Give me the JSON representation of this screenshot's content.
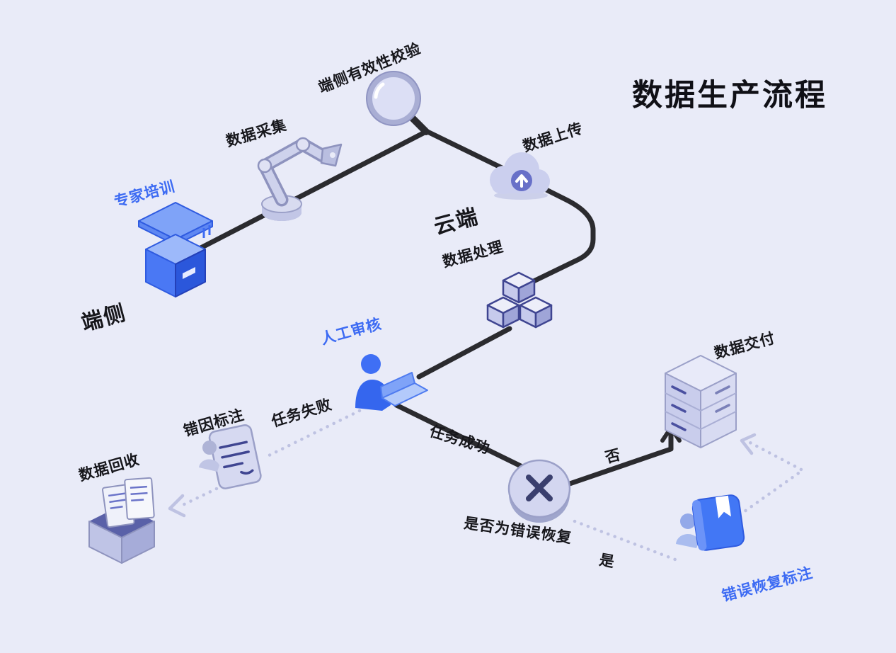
{
  "title": "数据生产流程",
  "zones": {
    "device": {
      "label": "端侧"
    },
    "cloud": {
      "label": "云端"
    }
  },
  "nodes": {
    "expert_training": {
      "label": "专家培训"
    },
    "data_collection": {
      "label": "数据采集"
    },
    "device_validation": {
      "label": "端侧有效性校验"
    },
    "data_upload": {
      "label": "数据上传"
    },
    "data_processing": {
      "label": "数据处理"
    },
    "manual_review": {
      "label": "人工审核"
    },
    "decision": {
      "label": "是否为错误恢复"
    },
    "data_delivery": {
      "label": "数据交付"
    },
    "error_recovery_annotation": {
      "label": "错误恢复标注"
    },
    "error_cause_annotation": {
      "label": "错因标注"
    },
    "data_recycle": {
      "label": "数据回收"
    }
  },
  "edges": {
    "task_failed": "任务失败",
    "task_success": "任务成功",
    "no": "否",
    "yes": "是"
  },
  "icons": {
    "expert-podium-icon": "blue isometric lectern with cap",
    "robot-arm-icon": "robotic arm on round base",
    "magnifier-icon": "magnifying glass",
    "cloud-upload-icon": "cloud with up arrow",
    "cube-stack-icon": "stacked isometric cubes",
    "person-laptop-icon": "person with laptop",
    "decision-x-icon": "disc with X mark",
    "server-icon": "isometric server stack",
    "book-person-icon": "blue book with bookmark and person",
    "annotation-card-icon": "note card with lines and person",
    "recycle-box-icon": "open box with documents"
  },
  "colors": {
    "background": "#E9EBF8",
    "accent_blue": "#3D6BF3",
    "blue_fill": "#4277F5",
    "text_dark": "#17171C",
    "flow_line": "#2B2B2F",
    "dotted_line": "#BEC2E2",
    "icon_fill": "#D3D6F0",
    "icon_stroke": "#9BA0C8",
    "indigo": "#3F4591"
  }
}
